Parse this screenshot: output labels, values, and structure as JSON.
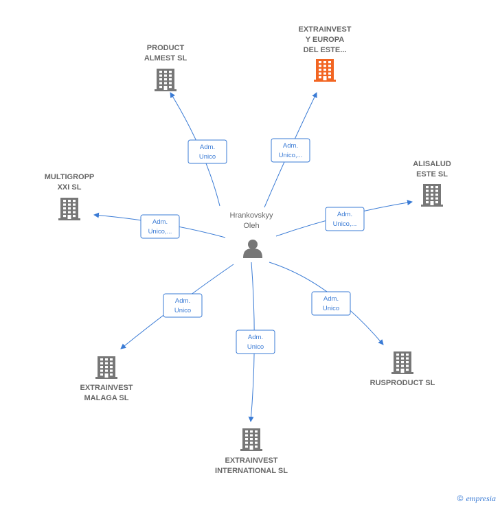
{
  "center": {
    "name_line1": "Hrankovskyy",
    "name_line2": "Oleh"
  },
  "nodes": [
    {
      "id": "product-almest",
      "lines": [
        "PRODUCT",
        "ALMEST SL"
      ],
      "highlight": false
    },
    {
      "id": "extrainvest-y-europa",
      "lines": [
        "EXTRAINVEST",
        "Y EUROPA",
        "DEL ESTE..."
      ],
      "highlight": true
    },
    {
      "id": "alisalud-este",
      "lines": [
        "ALISALUD",
        "ESTE  SL"
      ],
      "highlight": false
    },
    {
      "id": "multigropp-xxi",
      "lines": [
        "MULTIGROPP",
        "XXI SL"
      ],
      "highlight": false
    },
    {
      "id": "rusproduct",
      "lines": [
        "RUSPRODUCT SL"
      ],
      "highlight": false
    },
    {
      "id": "extrainvest-malaga",
      "lines": [
        "EXTRAINVEST",
        "MALAGA  SL"
      ],
      "highlight": false
    },
    {
      "id": "extrainvest-international",
      "lines": [
        "EXTRAINVEST",
        "INTERNATIONAL SL"
      ],
      "highlight": false
    }
  ],
  "edges": [
    {
      "to": "product-almest",
      "lines": [
        "Adm.",
        "Unico"
      ]
    },
    {
      "to": "extrainvest-y-europa",
      "lines": [
        "Adm.",
        "Unico,..."
      ]
    },
    {
      "to": "alisalud-este",
      "lines": [
        "Adm.",
        "Unico,..."
      ]
    },
    {
      "to": "multigropp-xxi",
      "lines": [
        "Adm.",
        "Unico,..."
      ]
    },
    {
      "to": "rusproduct",
      "lines": [
        "Adm.",
        "Unico"
      ]
    },
    {
      "to": "extrainvest-malaga",
      "lines": [
        "Adm.",
        "Unico"
      ]
    },
    {
      "to": "extrainvest-international",
      "lines": [
        "Adm.",
        "Unico"
      ]
    }
  ],
  "colors": {
    "edge": "#3a7bd5",
    "building": "#777777",
    "highlight": "#f26522",
    "person": "#777777"
  },
  "footer": {
    "copyright": "©",
    "brand": "empresia"
  }
}
